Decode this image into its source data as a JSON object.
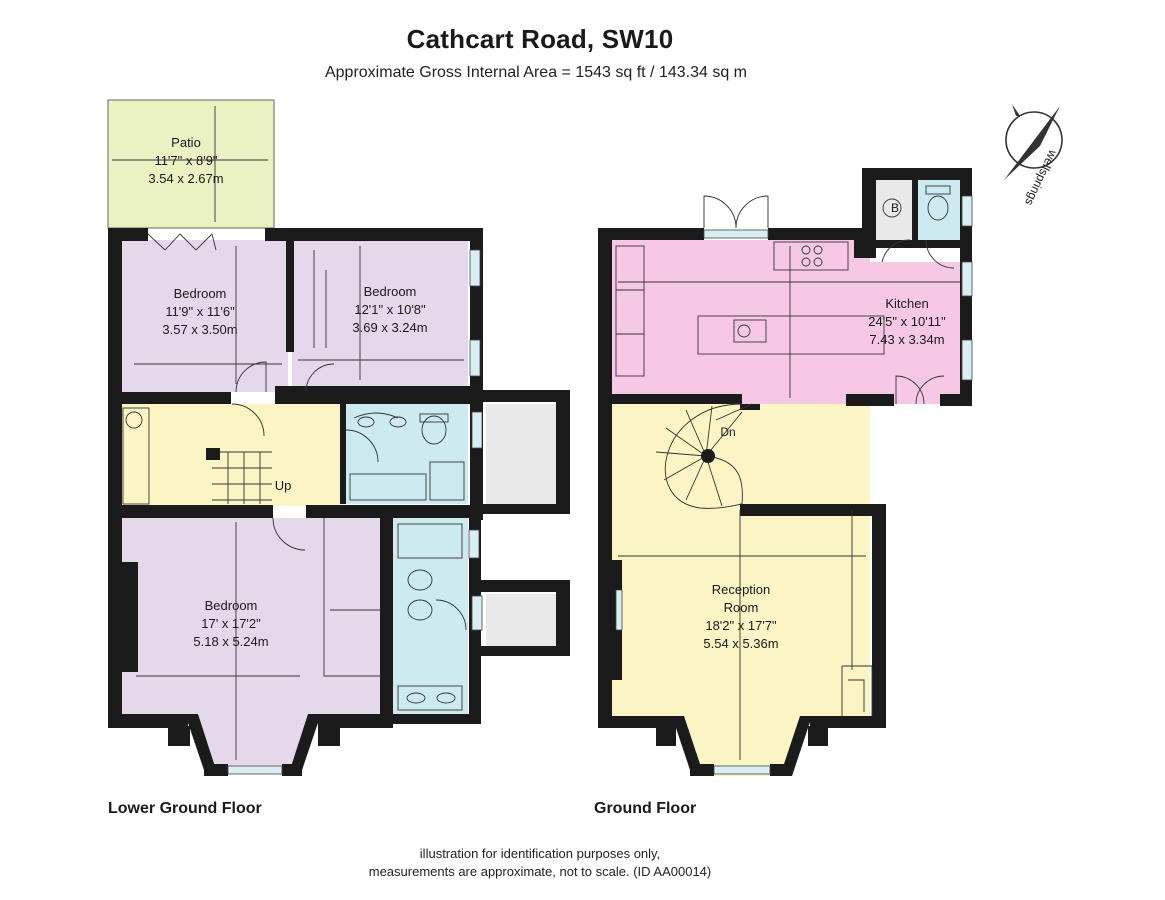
{
  "header": {
    "title": "Cathcart Road, SW10",
    "subtitle": "Approximate Gross Internal Area = 1543 sq ft / 143.34 sq m"
  },
  "floors": {
    "lower": {
      "label": "Lower Ground Floor",
      "rooms": {
        "patio": {
          "name": "Patio",
          "imperial": "11'7\" x 8'9\"",
          "metric": "3.54 x 2.67m"
        },
        "bedroom_rear_left": {
          "name": "Bedroom",
          "imperial": "11'9\" x 11'6\"",
          "metric": "3.57 x 3.50m"
        },
        "bedroom_rear_right": {
          "name": "Bedroom",
          "imperial": "12'1\" x 10'8\"",
          "metric": "3.69 x 3.24m"
        },
        "bedroom_front": {
          "name": "Bedroom",
          "imperial": "17' x 17'2\"",
          "metric": "5.18 x 5.24m"
        }
      },
      "stair_label": "Up"
    },
    "ground": {
      "label": "Ground Floor",
      "rooms": {
        "kitchen": {
          "name": "Kitchen",
          "imperial": "24'5\" x 10'11\"",
          "metric": "7.43 x 3.34m"
        },
        "reception": {
          "name_line1": "Reception",
          "name_line2": "Room",
          "imperial": "18'2\" x 17'7\"",
          "metric": "5.54 x 5.36m"
        }
      },
      "stair_label": "Dn",
      "boiler_label": "B"
    }
  },
  "compass": {
    "brand": "wellsprings"
  },
  "footer": {
    "line1": "illustration for identification purposes only,",
    "line2": "measurements are approximate, not to scale. (ID AA00014)"
  },
  "colors": {
    "patio": "#eaf2c4",
    "bedroom": "#e4d8ea",
    "hall": "#fbf4c4",
    "bathroom": "#cdeaf0",
    "kitchen": "#f7c8e6",
    "reception": "#fbf4c4",
    "store": "#e9e9e9",
    "wall": "#1b1b1b"
  }
}
